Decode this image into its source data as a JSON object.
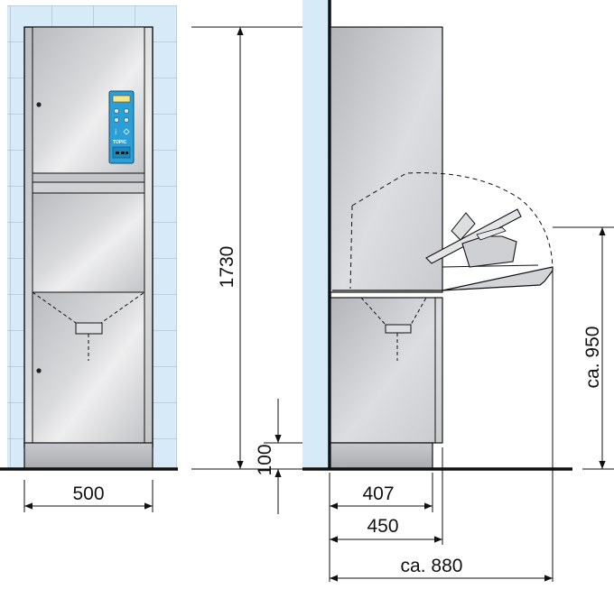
{
  "drawing": {
    "front_view": {
      "control_panel": {
        "brand_label": "TOPIC"
      },
      "width_label": "500"
    },
    "dimensions": {
      "height_label": "1730",
      "plinth_height_label": "100",
      "depth_label": "407",
      "depth_with_plinth_label": "450",
      "open_depth_label": "ca. 880",
      "open_height_label": "ca. 950"
    }
  },
  "colors": {
    "tile_blue": "#d6eaf7",
    "cabinet_grey": "#c7c9cc",
    "panel_blue": "#2b9fd6",
    "line": "#111111"
  }
}
